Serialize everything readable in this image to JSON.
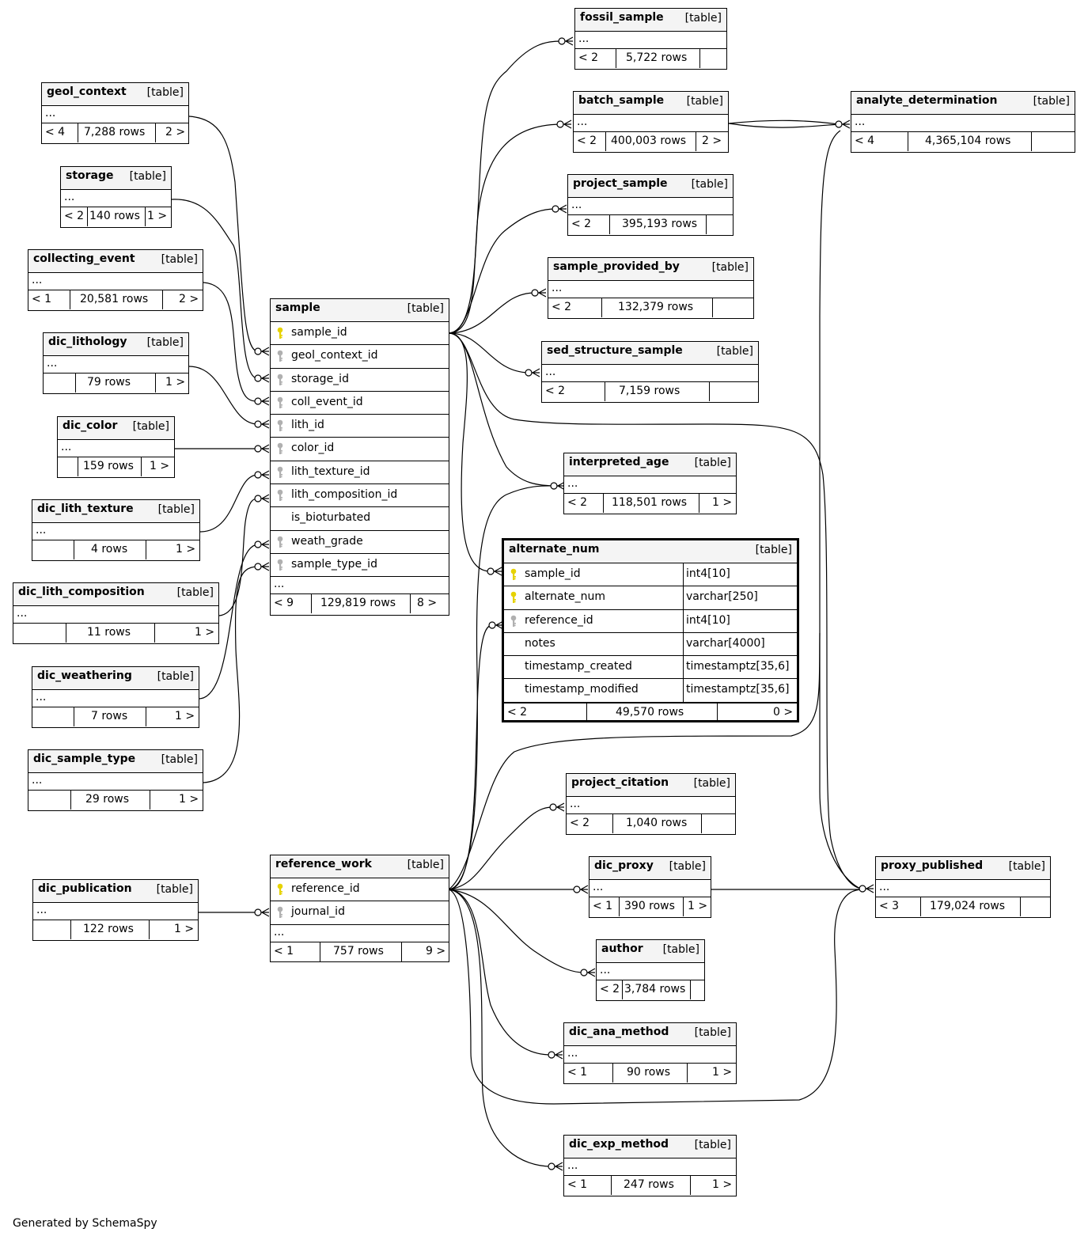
{
  "diagram_footer": "Generated by SchemaSpy",
  "kind_label": "[table]",
  "ellipsis": "...",
  "tables": {
    "fossil_sample": {
      "name": "fossil_sample",
      "parents": "< 2",
      "rows": "5,722 rows",
      "children": ""
    },
    "batch_sample": {
      "name": "batch_sample",
      "parents": "< 2",
      "rows": "400,003 rows",
      "children": "2 >"
    },
    "analyte_determination": {
      "name": "analyte_determination",
      "parents": "< 4",
      "rows": "4,365,104 rows",
      "children": ""
    },
    "project_sample": {
      "name": "project_sample",
      "parents": "< 2",
      "rows": "395,193 rows",
      "children": ""
    },
    "sample_provided_by": {
      "name": "sample_provided_by",
      "parents": "< 2",
      "rows": "132,379 rows",
      "children": ""
    },
    "sed_structure_sample": {
      "name": "sed_structure_sample",
      "parents": "< 2",
      "rows": "7,159 rows",
      "children": ""
    },
    "interpreted_age": {
      "name": "interpreted_age",
      "parents": "< 2",
      "rows": "118,501 rows",
      "children": "1 >"
    },
    "geol_context": {
      "name": "geol_context",
      "parents": "< 4",
      "rows": "7,288 rows",
      "children": "2 >"
    },
    "storage": {
      "name": "storage",
      "parents": "< 2",
      "rows": "140 rows",
      "children": "1 >"
    },
    "collecting_event": {
      "name": "collecting_event",
      "parents": "< 1",
      "rows": "20,581 rows",
      "children": "2 >"
    },
    "dic_lithology": {
      "name": "dic_lithology",
      "parents": "",
      "rows": "79 rows",
      "children": "1 >"
    },
    "dic_color": {
      "name": "dic_color",
      "parents": "",
      "rows": "159 rows",
      "children": "1 >"
    },
    "dic_lith_texture": {
      "name": "dic_lith_texture",
      "parents": "",
      "rows": "4 rows",
      "children": "1 >"
    },
    "dic_lith_composition": {
      "name": "dic_lith_composition",
      "parents": "",
      "rows": "11 rows",
      "children": "1 >"
    },
    "dic_weathering": {
      "name": "dic_weathering",
      "parents": "",
      "rows": "7 rows",
      "children": "1 >"
    },
    "dic_sample_type": {
      "name": "dic_sample_type",
      "parents": "",
      "rows": "29 rows",
      "children": "1 >"
    },
    "dic_publication": {
      "name": "dic_publication",
      "parents": "",
      "rows": "122 rows",
      "children": "1 >"
    },
    "project_citation": {
      "name": "project_citation",
      "parents": "< 2",
      "rows": "1,040 rows",
      "children": ""
    },
    "dic_proxy": {
      "name": "dic_proxy",
      "parents": "< 1",
      "rows": "390 rows",
      "children": "1 >"
    },
    "proxy_published": {
      "name": "proxy_published",
      "parents": "< 3",
      "rows": "179,024 rows",
      "children": ""
    },
    "author": {
      "name": "author",
      "parents": "< 2",
      "rows": "3,784 rows",
      "children": ""
    },
    "dic_ana_method": {
      "name": "dic_ana_method",
      "parents": "< 1",
      "rows": "90 rows",
      "children": "1 >"
    },
    "dic_exp_method": {
      "name": "dic_exp_method",
      "parents": "< 1",
      "rows": "247 rows",
      "children": "1 >"
    },
    "sample": {
      "name": "sample",
      "parents": "< 9",
      "rows": "129,819 rows",
      "children": "8 >",
      "columns": [
        "sample_id",
        "geol_context_id",
        "storage_id",
        "coll_event_id",
        "lith_id",
        "color_id",
        "lith_texture_id",
        "lith_composition_id",
        "is_bioturbated",
        "weath_grade",
        "sample_type_id"
      ]
    },
    "reference_work": {
      "name": "reference_work",
      "parents": "< 1",
      "rows": "757 rows",
      "children": "9 >",
      "columns": [
        "reference_id",
        "journal_id"
      ]
    },
    "alternate_num": {
      "name": "alternate_num",
      "parents": "< 2",
      "rows": "49,570 rows",
      "children": "0 >",
      "columns": [
        {
          "name": "sample_id",
          "type": "int4[10]"
        },
        {
          "name": "alternate_num",
          "type": "varchar[250]"
        },
        {
          "name": "reference_id",
          "type": "int4[10]"
        },
        {
          "name": "notes",
          "type": "varchar[4000]"
        },
        {
          "name": "timestamp_created",
          "type": "timestamptz[35,6]"
        },
        {
          "name": "timestamp_modified",
          "type": "timestamptz[35,6]"
        }
      ]
    }
  },
  "colors": {
    "primary_key": "#e6d200",
    "foreign_key": "#b0b0b0",
    "header_bg": "#f4f4f4",
    "line": "#000000"
  }
}
